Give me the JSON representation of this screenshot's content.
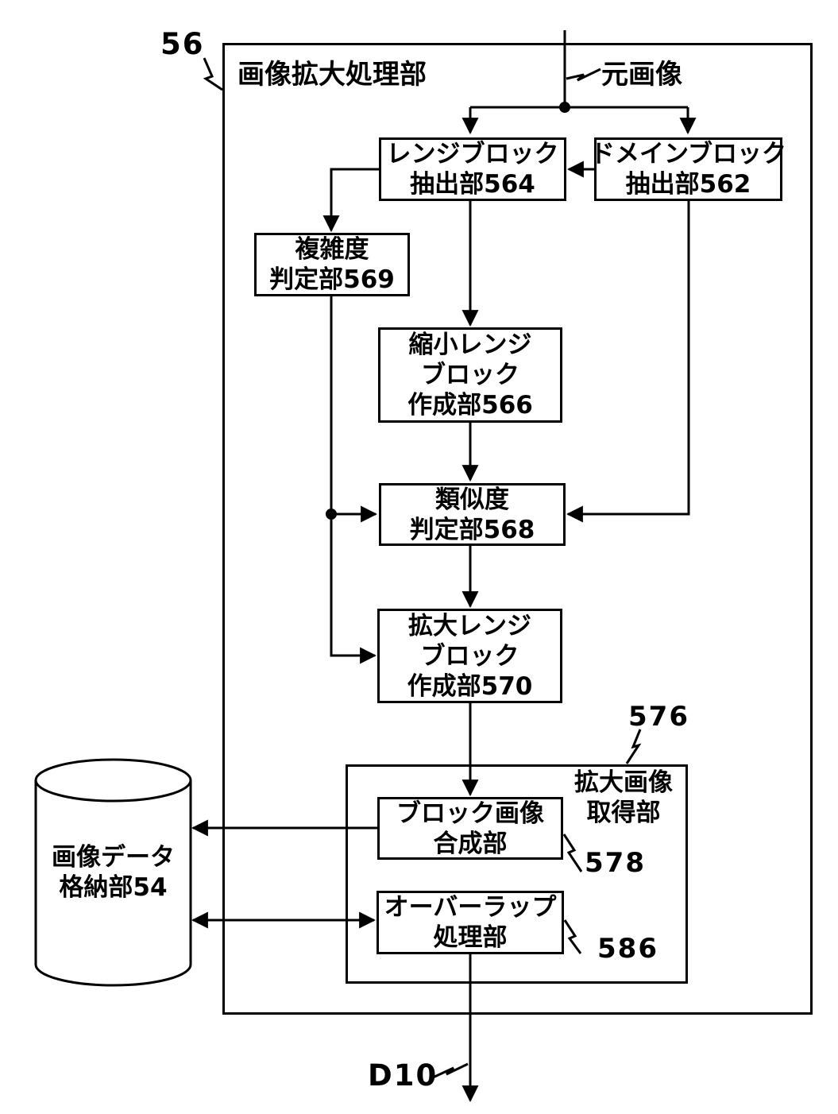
{
  "figure": {
    "fig_ref": "56",
    "outer_title": "画像拡大処理部",
    "input_label": "元画像",
    "output_label": "D10",
    "inner_ref": "576",
    "synth_ref": "578",
    "overlap_ref": "586"
  },
  "boxes": {
    "range_extract": {
      "l1": "レンジブロック",
      "l2": "抽出部564"
    },
    "domain_extract": {
      "l1": "ドメインブロック",
      "l2": "抽出部562"
    },
    "complexity": {
      "l1": "複雑度",
      "l2": "判定部569"
    },
    "reduced_range": {
      "l1": "縮小レンジ",
      "l2": "ブロック",
      "l3": "作成部566"
    },
    "similarity": {
      "l1": "類似度",
      "l2": "判定部568"
    },
    "enlarged_range": {
      "l1": "拡大レンジ",
      "l2": "ブロック",
      "l3": "作成部570"
    },
    "acquire": {
      "l1": "拡大画像",
      "l2": "取得部"
    },
    "block_synth": {
      "l1": "ブロック画像",
      "l2": "合成部"
    },
    "overlap": {
      "l1": "オーバーラップ",
      "l2": "処理部"
    },
    "storage": {
      "l1": "画像データ",
      "l2": "格納部54"
    }
  },
  "colors": {
    "ink": "#000000",
    "paper": "#ffffff"
  }
}
